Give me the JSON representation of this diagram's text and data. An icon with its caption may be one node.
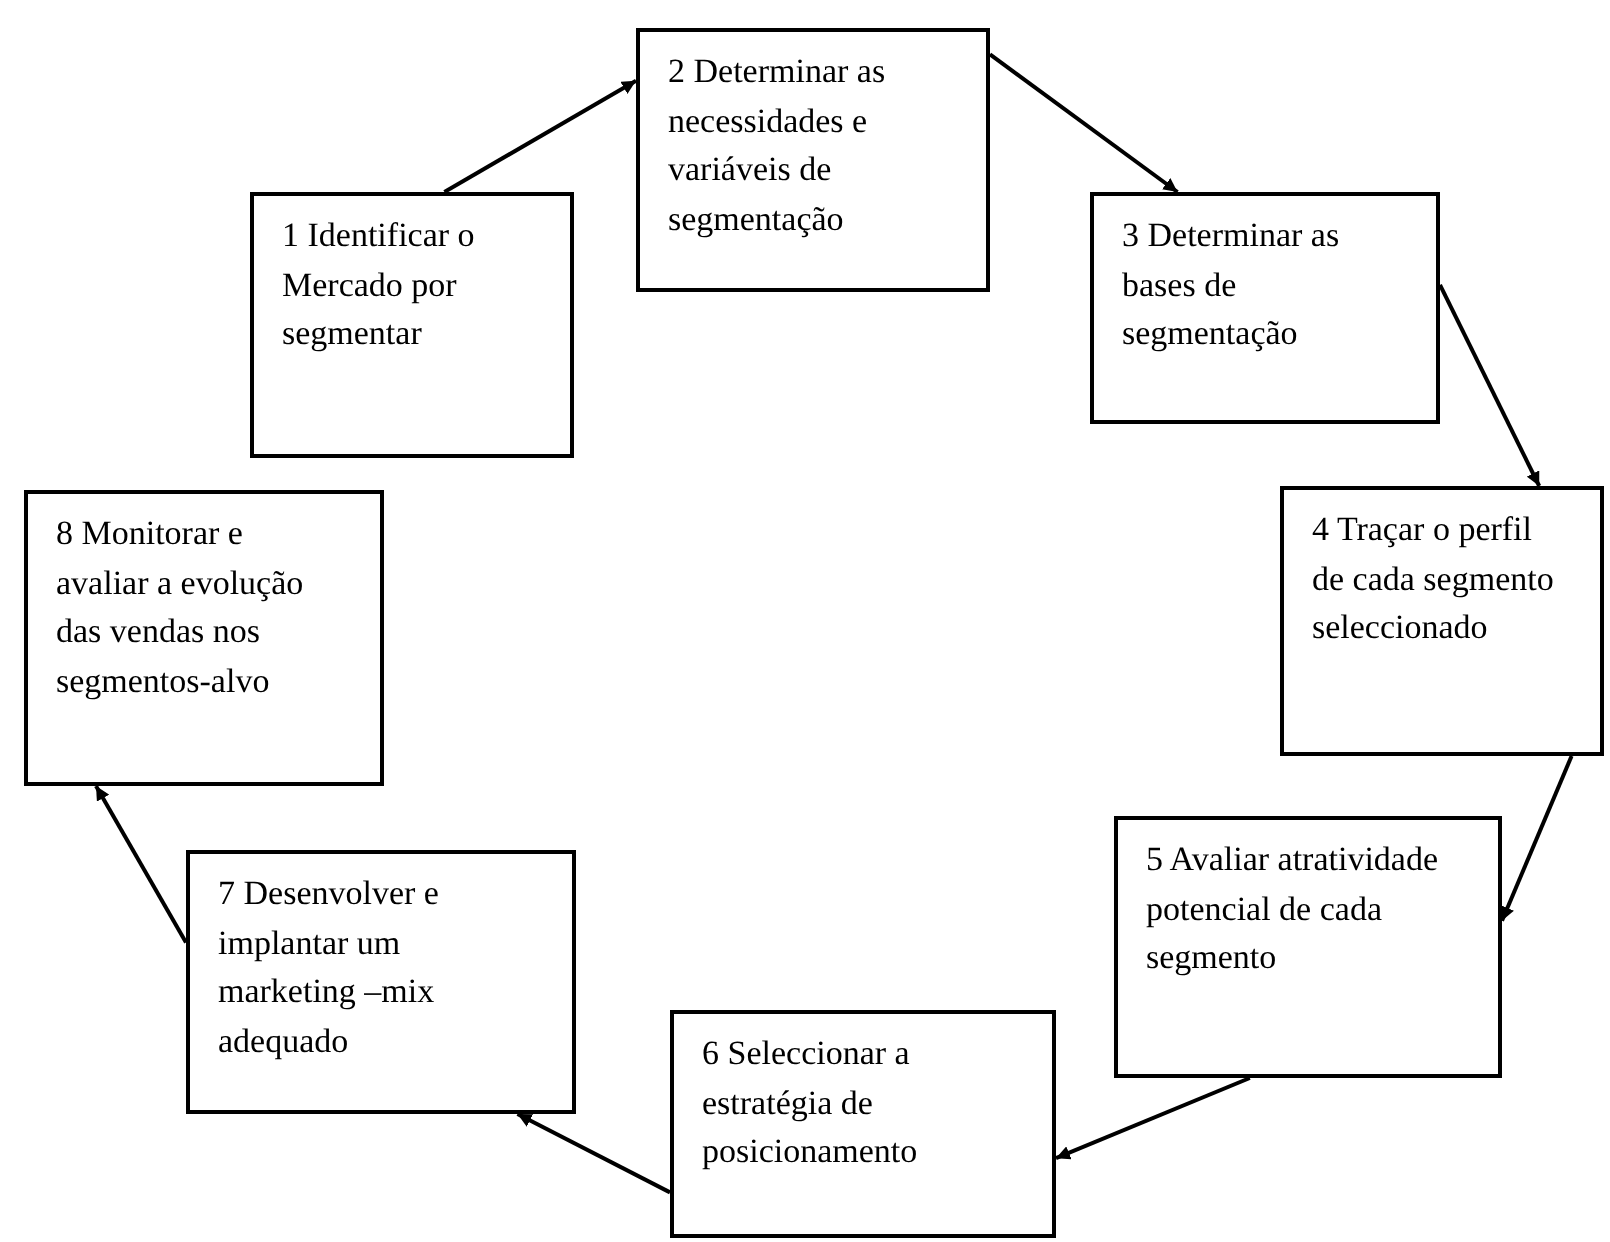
{
  "diagram": {
    "nodes": [
      {
        "text": [
          "1 Identificar o Mercado por segmentar"
        ]
      },
      {
        "text": [
          "2 Determinar as necessidades e variáveis de segmentação"
        ]
      },
      {
        "text": [
          "3 Determinar as bases de segmentação"
        ]
      },
      {
        "text": [
          "4 Traçar o perfil de cada segmento seleccionado"
        ]
      },
      {
        "text": [
          "5 Avaliar atratividade potencial de cada segmento"
        ]
      },
      {
        "text": [
          "6 Seleccionar a estratégia de posicionamento"
        ]
      },
      {
        "text": [
          "7 Desenvolver e implantar um marketing –mix adequado"
        ]
      },
      {
        "text": [
          "8 Monitorar e avaliar a evolução das vendas nos segmentos-alvo"
        ]
      }
    ],
    "edges": [
      {
        "from": 0,
        "to": 1,
        "arrow": "to"
      },
      {
        "from": 1,
        "to": 2,
        "arrow": "to"
      },
      {
        "from": 2,
        "to": 3,
        "arrow": "to"
      },
      {
        "from": 3,
        "to": 4,
        "arrow": "to"
      },
      {
        "from": 4,
        "to": 5,
        "arrow": "to"
      },
      {
        "from": 5,
        "to": 6,
        "arrow": "to"
      },
      {
        "from": 6,
        "to": 7,
        "arrow": "to"
      }
    ]
  }
}
